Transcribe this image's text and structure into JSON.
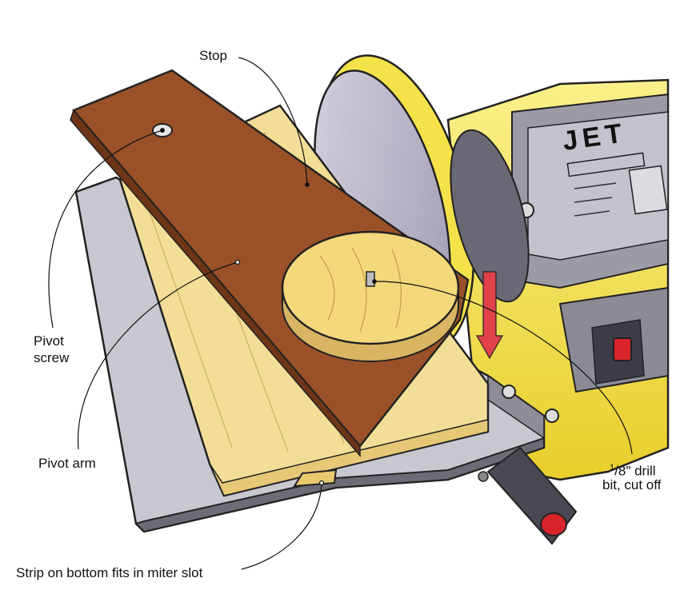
{
  "labels": {
    "stop": "Stop",
    "pivot_screw_line1": "Pivot",
    "pivot_screw_line2": "screw",
    "pivot_arm": "Pivot arm",
    "drill_bit_frac_num": "1",
    "drill_bit_frac_den": "8",
    "drill_bit_line1_rest": "\" drill",
    "drill_bit_line2": "bit, cut off",
    "strip": "Strip on bottom fits in miter slot"
  },
  "machine": {
    "brand": "JET"
  },
  "colors": {
    "pivot_arm": "#9a5128",
    "plywood": "#f3de97",
    "sander_body": "#f5e24a",
    "disc": "#b7b1c4",
    "table": "#c9c7cf",
    "switch": "#d8232a",
    "arrow": "#e0414a"
  }
}
